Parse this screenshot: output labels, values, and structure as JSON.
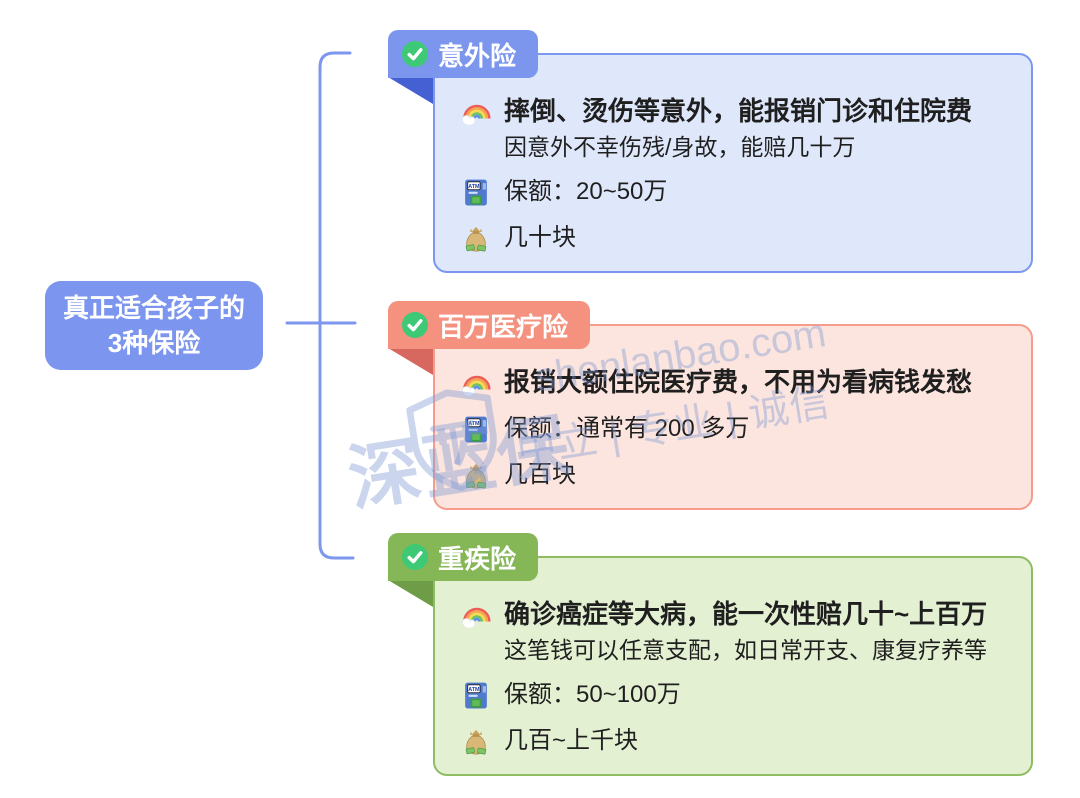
{
  "root": {
    "line1": "真正适合孩子的",
    "line2": "3种保险",
    "color": "#7C95EE"
  },
  "connector_color": "#7E97EE",
  "watermark": {
    "logo": "深蓝保",
    "domain": "shenlanbao.com",
    "slogan": "中立 | 专业 | 诚信"
  },
  "cards": [
    {
      "label": "意外险",
      "theme": {
        "tab": "#7C96EE",
        "fold": "#4560D2",
        "bg": "#DFE8FB",
        "border": "#7B97F0"
      },
      "items": [
        {
          "text": "摔倒、烫伤等意外，能报销门诊和住院费",
          "subtext": "因意外不幸伤残/身故，能赔几十万"
        },
        {
          "text": "保额：20~50万"
        },
        {
          "text": "几十块"
        }
      ]
    },
    {
      "label": "百万医疗险",
      "theme": {
        "tab": "#F5917F",
        "fold": "#D6685F",
        "bg": "#FCE5DE",
        "border": "#F59C8C"
      },
      "items": [
        {
          "text": "报销大额住院医疗费，不用为看病钱发愁"
        },
        {
          "text": "保额：通常有 200 多万"
        },
        {
          "text": "几百块"
        }
      ]
    },
    {
      "label": "重疾险",
      "theme": {
        "tab": "#85B757",
        "fold": "#6F9D47",
        "bg": "#E3F0D2",
        "border": "#8FBC62"
      },
      "items": [
        {
          "text": "确诊癌症等大病，能一次性赔几十~上百万",
          "subtext": "这笔钱可以任意支配，如日常开支、康复疗养等"
        },
        {
          "text": "保额：50~100万"
        },
        {
          "text": "几百~上千块"
        }
      ]
    }
  ]
}
